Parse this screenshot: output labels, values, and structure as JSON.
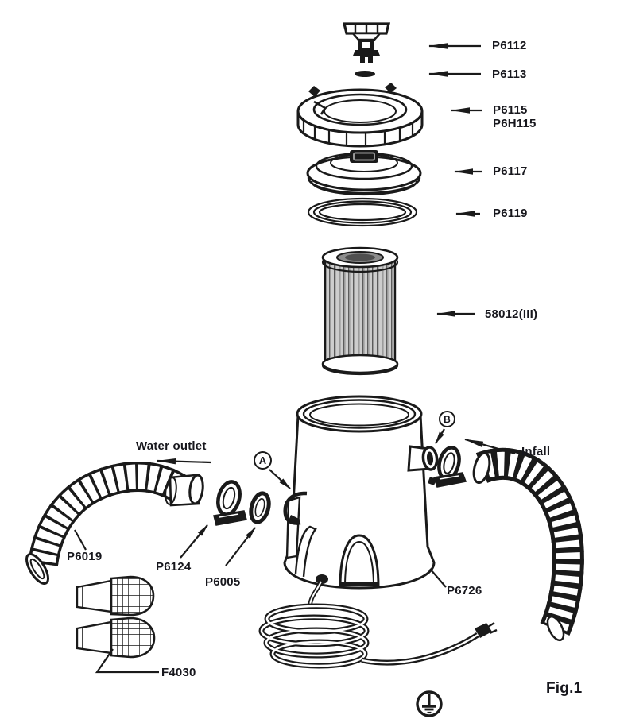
{
  "figure_caption": "Fig.1",
  "labels": {
    "water_outlet": "Water outlet",
    "infall": "Infall",
    "marker_a": "A",
    "marker_b": "B"
  },
  "parts": {
    "air_release_valve": "P6112",
    "valve_seal": "P6113",
    "lock_collar": "P6115",
    "lock_collar_alt": "P6H115",
    "lid": "P6117",
    "lid_oring": "P6119",
    "filter_cartridge": "58012(III)",
    "outlet_hose": "P6019",
    "hose_fitting": "P6124",
    "small_oring": "P6005",
    "tank_body": "P6726",
    "strainers": "F4030"
  },
  "colors": {
    "line": "#1a1a1a",
    "label_text": "#17171d",
    "cartridge_gray": "#bdbdbd"
  }
}
